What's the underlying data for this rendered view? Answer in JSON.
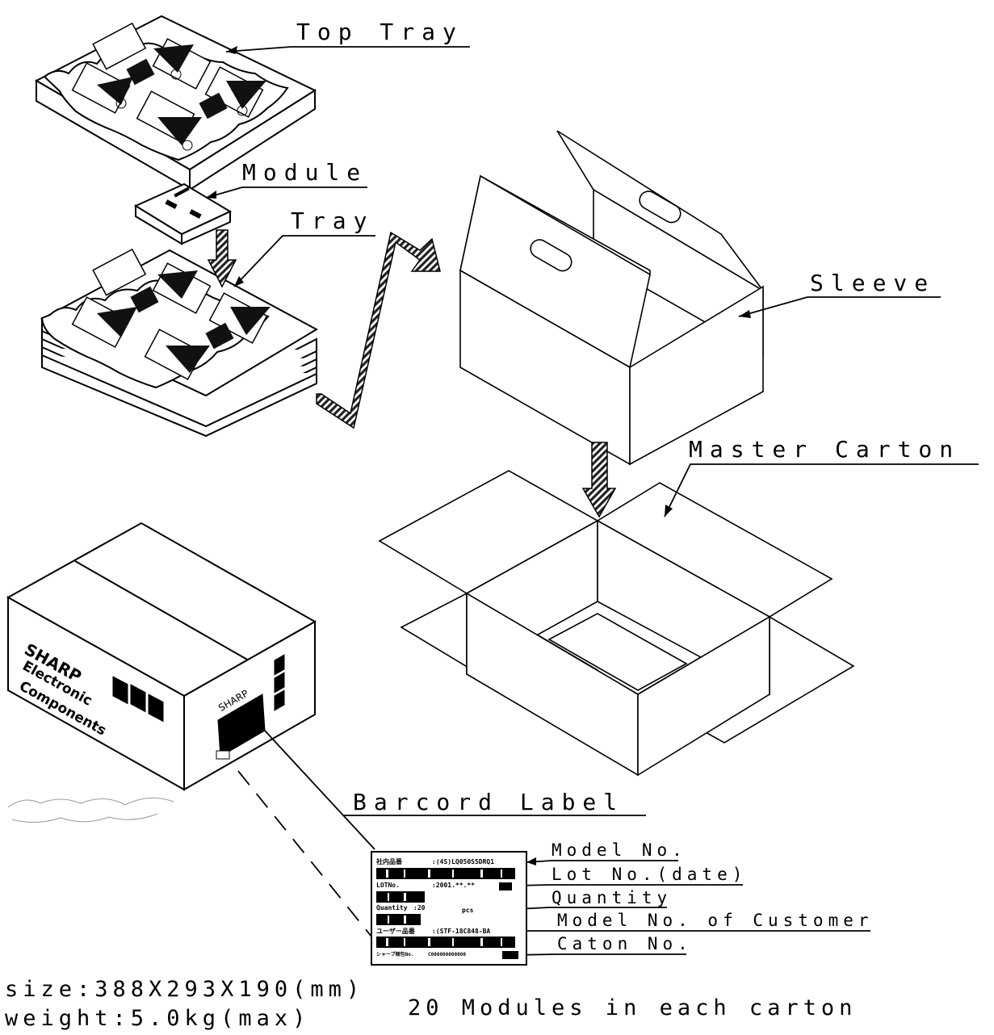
{
  "labels": {
    "top_tray": "Top Tray",
    "module": "Module",
    "tray": "Tray",
    "sleeve": "Sleeve",
    "master_carton": "Master Carton",
    "barcord_label": "Barcord Label",
    "model_no": "Model No.",
    "lot_no": "Lot No.(date)",
    "quantity": "Quantity",
    "model_no_customer": "Model No. of Customer",
    "caton_no": "Caton No."
  },
  "footer": {
    "size": "size:388X293X190(mm)",
    "weight": "weight:5.0kg(max)",
    "modules": "20 Modules in each carton"
  },
  "barcode_label": {
    "row1_key": "社内品番",
    "row1_value": ":(4S)LQ050S5DRQ1",
    "row2_key": "LOTNo.",
    "row2_value": ":2001.**.**",
    "row3_key": "Quantity",
    "row3_value": ":20",
    "row3_unit": "pcs",
    "row4_key": "ユーザー品番",
    "row4_value": ":(STF-18C848-BA",
    "row5_key": "シャープ梱包No.",
    "row5_value": "C000000000000"
  },
  "carton_print": {
    "brand_front": "SHARP",
    "line1": "Electronic",
    "line2": "Components",
    "brand_side": "SHARP"
  },
  "colors": {
    "ink": "#000000",
    "paper": "#ffffff",
    "hatch": "#222222"
  }
}
